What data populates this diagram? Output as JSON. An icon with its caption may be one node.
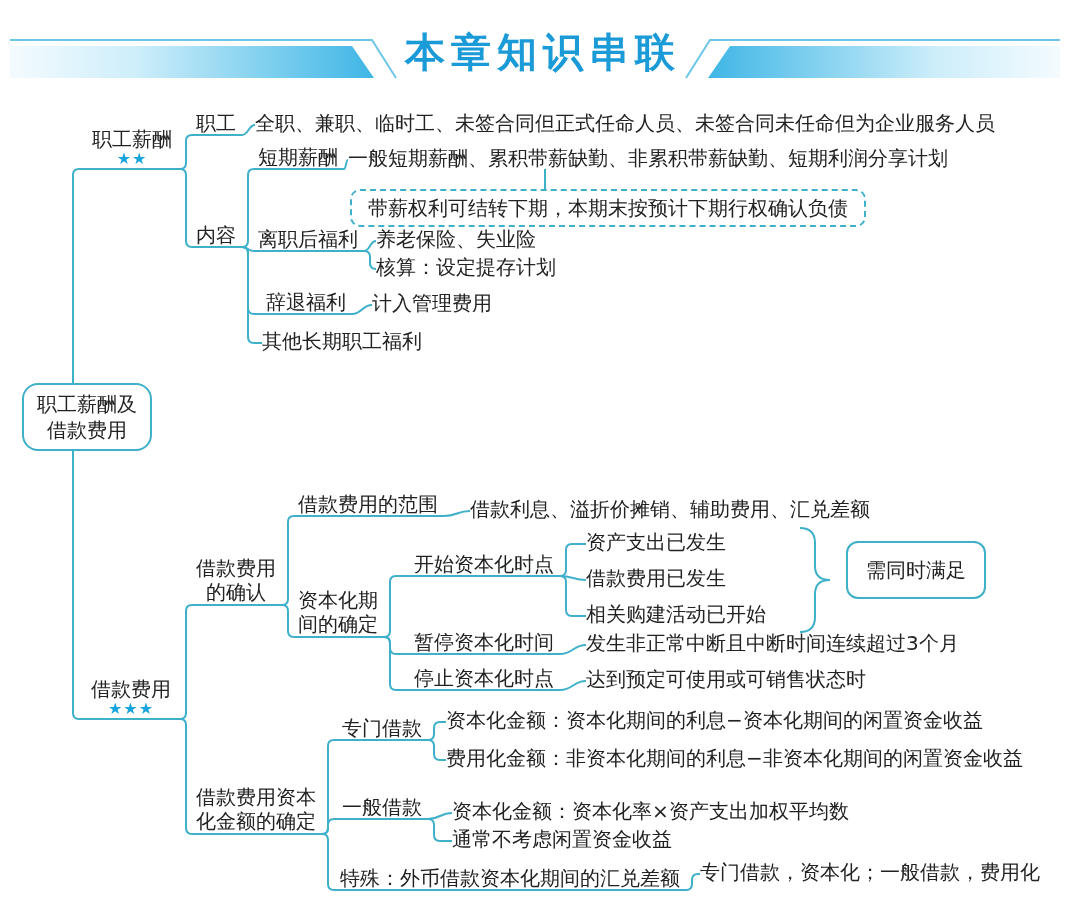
{
  "diagram": {
    "title": "本章知识串联",
    "nodes": [
      {
        "text": [
          "职工薪酬及借款费用"
        ]
      },
      {
        "text": [
          "职工薪酬",
          "★★"
        ]
      },
      {
        "text": [
          "职工"
        ]
      },
      {
        "text": [
          "全职、兼职、临时工、未签合同但正式任命人员、未签合同未任命但为企业服务人员"
        ]
      },
      {
        "text": [
          "内容"
        ]
      },
      {
        "text": [
          "短期薪酬"
        ]
      },
      {
        "text": [
          "一般短期薪酬、累积带薪缺勤、非累积带薪缺勤、短期利润分享计划"
        ]
      },
      {
        "text": [
          "带薪权利可结转下期，本期末按预计下期行权确认负债"
        ]
      },
      {
        "text": [
          "离职后福利"
        ]
      },
      {
        "text": [
          "养老保险、失业险"
        ]
      },
      {
        "text": [
          "核算：设定提存计划"
        ]
      },
      {
        "text": [
          "辞退福利"
        ]
      },
      {
        "text": [
          "计入管理费用"
        ]
      },
      {
        "text": [
          "其他长期职工福利"
        ]
      },
      {
        "text": [
          "借款费用",
          "★★★"
        ]
      },
      {
        "text": [
          "借款费用的确认"
        ]
      },
      {
        "text": [
          "借款费用的范围"
        ]
      },
      {
        "text": [
          "借款利息、溢折价摊销、辅助费用、汇兑差额"
        ]
      },
      {
        "text": [
          "资本化期间的确定"
        ]
      },
      {
        "text": [
          "开始资本化时点"
        ]
      },
      {
        "text": [
          "资产支出已发生"
        ]
      },
      {
        "text": [
          "借款费用已发生"
        ]
      },
      {
        "text": [
          "相关购建活动已开始"
        ]
      },
      {
        "text": [
          "需同时满足"
        ]
      },
      {
        "text": [
          "暂停资本化时间"
        ]
      },
      {
        "text": [
          "发生非正常中断且中断时间连续超过3个月"
        ]
      },
      {
        "text": [
          "停止资本化时点"
        ]
      },
      {
        "text": [
          "达到预定可使用或可销售状态时"
        ]
      },
      {
        "text": [
          "借款费用资本化金额的确定"
        ]
      },
      {
        "text": [
          "专门借款"
        ]
      },
      {
        "text": [
          "资本化金额：资本化期间的利息−资本化期间的闲置资金收益"
        ]
      },
      {
        "text": [
          "费用化金额：非资本化期间的利息−非资本化期间的闲置资金收益"
        ]
      },
      {
        "text": [
          "一般借款"
        ]
      },
      {
        "text": [
          "资本化金额：资本化率×资产支出加权平均数"
        ]
      },
      {
        "text": [
          "通常不考虑闲置资金收益"
        ]
      },
      {
        "text": [
          "特殊：外币借款资本化期间的汇兑差额"
        ]
      },
      {
        "text": [
          "专门借款，资本化；一般借款，费用化"
        ]
      }
    ],
    "edges": [
      {
        "from": 0,
        "to": 1,
        "arrow": "none"
      },
      {
        "from": 0,
        "to": 14,
        "arrow": "none"
      },
      {
        "from": 1,
        "to": 2,
        "arrow": "none"
      },
      {
        "from": 1,
        "to": 4,
        "arrow": "none"
      },
      {
        "from": 2,
        "to": 3,
        "arrow": "none"
      },
      {
        "from": 4,
        "to": 5,
        "arrow": "none"
      },
      {
        "from": 4,
        "to": 8,
        "arrow": "none"
      },
      {
        "from": 4,
        "to": 11,
        "arrow": "none"
      },
      {
        "from": 4,
        "to": 13,
        "arrow": "none"
      },
      {
        "from": 5,
        "to": 6,
        "arrow": "none"
      },
      {
        "from": 6,
        "to": 7,
        "arrow": "none"
      },
      {
        "from": 8,
        "to": 9,
        "arrow": "none"
      },
      {
        "from": 8,
        "to": 10,
        "arrow": "none"
      },
      {
        "from": 11,
        "to": 12,
        "arrow": "none"
      },
      {
        "from": 14,
        "to": 15,
        "arrow": "none"
      },
      {
        "from": 14,
        "to": 28,
        "arrow": "none"
      },
      {
        "from": 15,
        "to": 16,
        "arrow": "none"
      },
      {
        "from": 15,
        "to": 18,
        "arrow": "none"
      },
      {
        "from": 16,
        "to": 17,
        "arrow": "none"
      },
      {
        "from": 18,
        "to": 19,
        "arrow": "none"
      },
      {
        "from": 18,
        "to": 24,
        "arrow": "none"
      },
      {
        "from": 18,
        "to": 26,
        "arrow": "none"
      },
      {
        "from": 19,
        "to": 20,
        "arrow": "none"
      },
      {
        "from": 19,
        "to": 21,
        "arrow": "none"
      },
      {
        "from": 19,
        "to": 22,
        "arrow": "none"
      },
      {
        "from": 24,
        "to": 25,
        "arrow": "none"
      },
      {
        "from": 26,
        "to": 27,
        "arrow": "none"
      },
      {
        "from": 28,
        "to": 29,
        "arrow": "none"
      },
      {
        "from": 28,
        "to": 32,
        "arrow": "none"
      },
      {
        "from": 28,
        "to": 35,
        "arrow": "none"
      },
      {
        "from": 29,
        "to": 30,
        "arrow": "none"
      },
      {
        "from": 29,
        "to": 31,
        "arrow": "none"
      },
      {
        "from": 32,
        "to": 33,
        "arrow": "none"
      },
      {
        "from": 32,
        "to": 34,
        "arrow": "none"
      },
      {
        "from": 35,
        "to": 36,
        "arrow": "none"
      }
    ]
  }
}
